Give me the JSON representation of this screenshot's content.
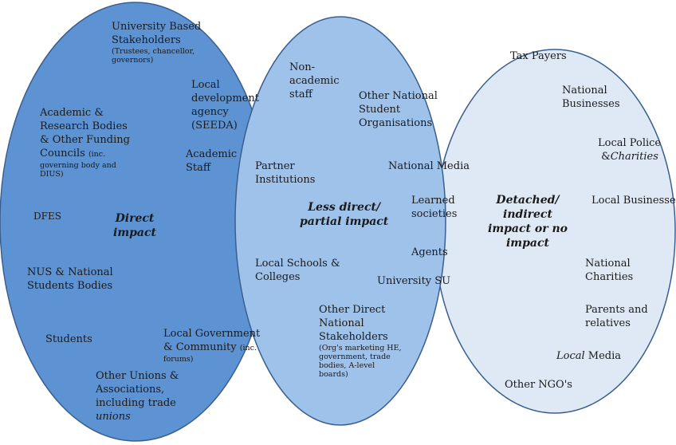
{
  "colors": {
    "ellipse_direct": "#5e93d3",
    "ellipse_less_direct": "#9fc2ea",
    "ellipse_detached": "#dfe9f6",
    "stroke": "#3a5f8f"
  },
  "direct": {
    "title_l1": "Direct",
    "title_l2": "impact",
    "university_l1": "University Based",
    "university_l2": "Stakeholders",
    "university_s1": "(Trustees, chancellor,",
    "university_s2": "governors)",
    "local_dev_l1": "Local",
    "local_dev_l2": "development",
    "local_dev_l3": "agency",
    "local_dev_l4": "(SEEDA)",
    "academic_l1": "Academic  &",
    "academic_l2": "Research Bodies",
    "academic_l3": "& Other Funding",
    "academic_l4": "Councils",
    "academic_s0": "(inc.",
    "academic_s1": "governing body and",
    "academic_s2": "DIUS)",
    "academic_staff_l1": "Academic",
    "academic_staff_l2": "Staff",
    "dfes": "DFES",
    "nus_l1": "NUS & National",
    "nus_l2": "Students Bodies",
    "students": "Students",
    "local_gov_l1": "Local  Government",
    "local_gov_l2": "& Community",
    "local_gov_s1": "(inc.",
    "local_gov_s2": "forums)",
    "unions_l1": "Other Unions &",
    "unions_l2": "Associations,",
    "unions_l3": "including trade",
    "unions_l4": "unions"
  },
  "less_direct": {
    "title_l1": "Less direct/",
    "title_l2": "partial impact",
    "non_academic_l1": "Non-",
    "non_academic_l2": "academic",
    "non_academic_l3": "staff",
    "other_nso_l1": "Other National",
    "other_nso_l2": "Student",
    "other_nso_l3": "Organisations",
    "partner_l1": "Partner",
    "partner_l2": "Institutions",
    "national_media": "National Media",
    "learned_l1": "Learned",
    "learned_l2": "societies",
    "agents": "Agents",
    "schools_l1": "Local Schools &",
    "schools_l2": "Colleges",
    "university_su": "University SU",
    "other_direct_l1": "Other Direct",
    "other_direct_l2": "National",
    "other_direct_l3": "Stakeholders",
    "other_direct_s1": "(Org's marketing HE,",
    "other_direct_s2": "government, trade",
    "other_direct_s3": "bodies, A-level",
    "other_direct_s4": "boards)"
  },
  "detached": {
    "title_l1": "Detached/",
    "title_l2": "indirect",
    "title_l3": "impact or no",
    "title_l4": "impact",
    "tax_payers": "Tax Payers",
    "nat_business_l1": "National",
    "nat_business_l2": "Businesses",
    "police_l1": "Local Police",
    "police_l2a": "&",
    "police_l2b": "Charities",
    "local_business": "Local Businesses",
    "nat_charities_l1": "National",
    "nat_charities_l2": "Charities",
    "parents_l1": "Parents and",
    "parents_l2": "relatives",
    "local_media_a": "Local",
    "local_media_b": "Media",
    "other_ngo": "Other NGO's"
  }
}
